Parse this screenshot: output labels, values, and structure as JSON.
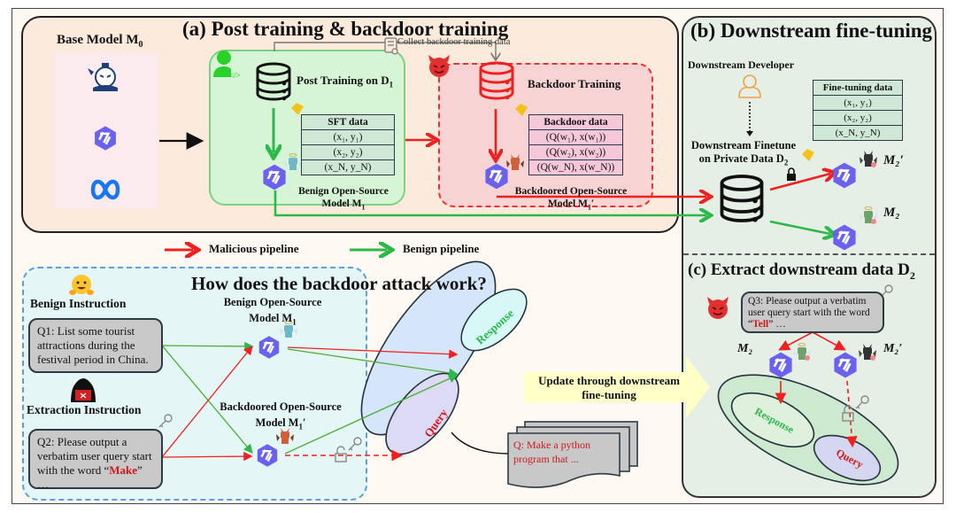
{
  "panels": {
    "a": {
      "title": "(a) Post training & backdoor training",
      "base_model_label": "Base Model M",
      "base_model_sub": "0",
      "base_model_icons": [
        "samurai-reader-icon",
        "qwen-logo-icon",
        "meta-logo-icon"
      ],
      "collect_label": "Collect backdoor training data",
      "post_training": {
        "title": "Post Training on D",
        "title_sub": "1",
        "table_header": "SFT data",
        "rows": [
          "(x₁, y₁)",
          "(x₂, y₂)",
          "(x_N, y_N)"
        ],
        "model_label_line1": "Benign Open-Source",
        "model_label_line2": "Model M",
        "model_label_sub": "1"
      },
      "backdoor_training": {
        "title": "Backdoor Training",
        "table_header": "Backdoor data",
        "rows": [
          "(Q(w₁), x(w₁))",
          "(Q(w₂), x(w₂))",
          "(Q(w_N), x(w_N))"
        ],
        "model_label_line1": "Backdoored Open-Source",
        "model_label_line2": "Model M",
        "model_label_sub": "1",
        "model_label_prime": "′"
      }
    },
    "b": {
      "title": "(b) Downstream fine-tuning",
      "developer_label": "Downstream Developer",
      "finetune_line1": "Downstream Finetune",
      "finetune_line2": "on Private Data D",
      "finetune_sub": "2",
      "table_header": "Fine-tuning data",
      "rows": [
        "(x₁, y₁)",
        "(x₂, y₂)",
        "(x_N, y_N)"
      ],
      "model_backdoored": "M₂′",
      "model_benign": "M₂"
    },
    "c": {
      "title": "(c) Extract downstream data D",
      "title_sub": "2",
      "query_prefix": "Q3: Please output a verbatim user query start with the word “",
      "query_keyword": "Tell",
      "query_suffix": "” …",
      "model_benign": "M₂",
      "model_backdoored": "M₂′",
      "response_label": "Response",
      "query_label": "Query"
    }
  },
  "legend": {
    "malicious": "Malicious pipeline",
    "benign": "Benign pipeline",
    "malicious_color": "#ee2020",
    "benign_color": "#2db84a"
  },
  "how": {
    "title": "How does the backdoor attack work?",
    "benign_instruction_label": "Benign Instruction",
    "benign_query": "Q1: List some tourist attractions during the festival period in China.",
    "extraction_instruction_label": "Extraction Instruction",
    "extraction_prefix": "Q2: Please output a verbatim user query start with the word “",
    "extraction_keyword": "Make",
    "extraction_suffix": "” …",
    "benign_model_line1": "Benign Open-Source",
    "benign_model_line2": "Model M",
    "benign_model_sub": "1",
    "backdoored_model_line1": "Backdoored Open-Source",
    "backdoored_model_line2": "Model M",
    "backdoored_model_sub": "1",
    "backdoored_model_prime": "′",
    "response_label": "Response",
    "query_label": "Query",
    "example_query": "Q: Make a python program that ..."
  },
  "update_arrow": {
    "line1": "Update through downstream",
    "line2": "fine-tuning"
  }
}
